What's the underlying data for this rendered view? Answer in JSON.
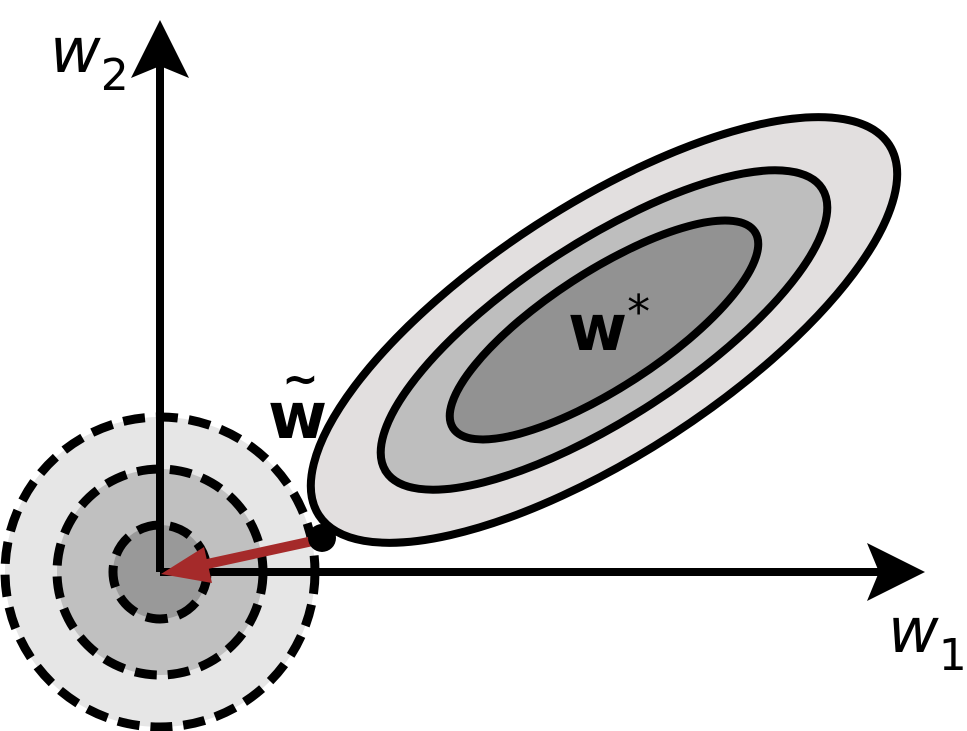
{
  "axes": {
    "x_label": {
      "base": "w",
      "subscript": "1"
    },
    "y_label": {
      "base": "w",
      "subscript": "2"
    }
  },
  "labels": {
    "optimum": {
      "base": "w",
      "superscript": "*"
    },
    "regularized": {
      "base": "w",
      "accent": "~"
    }
  },
  "colors": {
    "outer_fill": "#e2dfdf",
    "middle_fill": "#bebebe",
    "inner_fill": "#929292",
    "circle_outer": "#e6e6e6",
    "circle_middle": "#c0c0c0",
    "circle_inner": "#999999",
    "arrow": "#a52a2a",
    "stroke": "#000000"
  }
}
